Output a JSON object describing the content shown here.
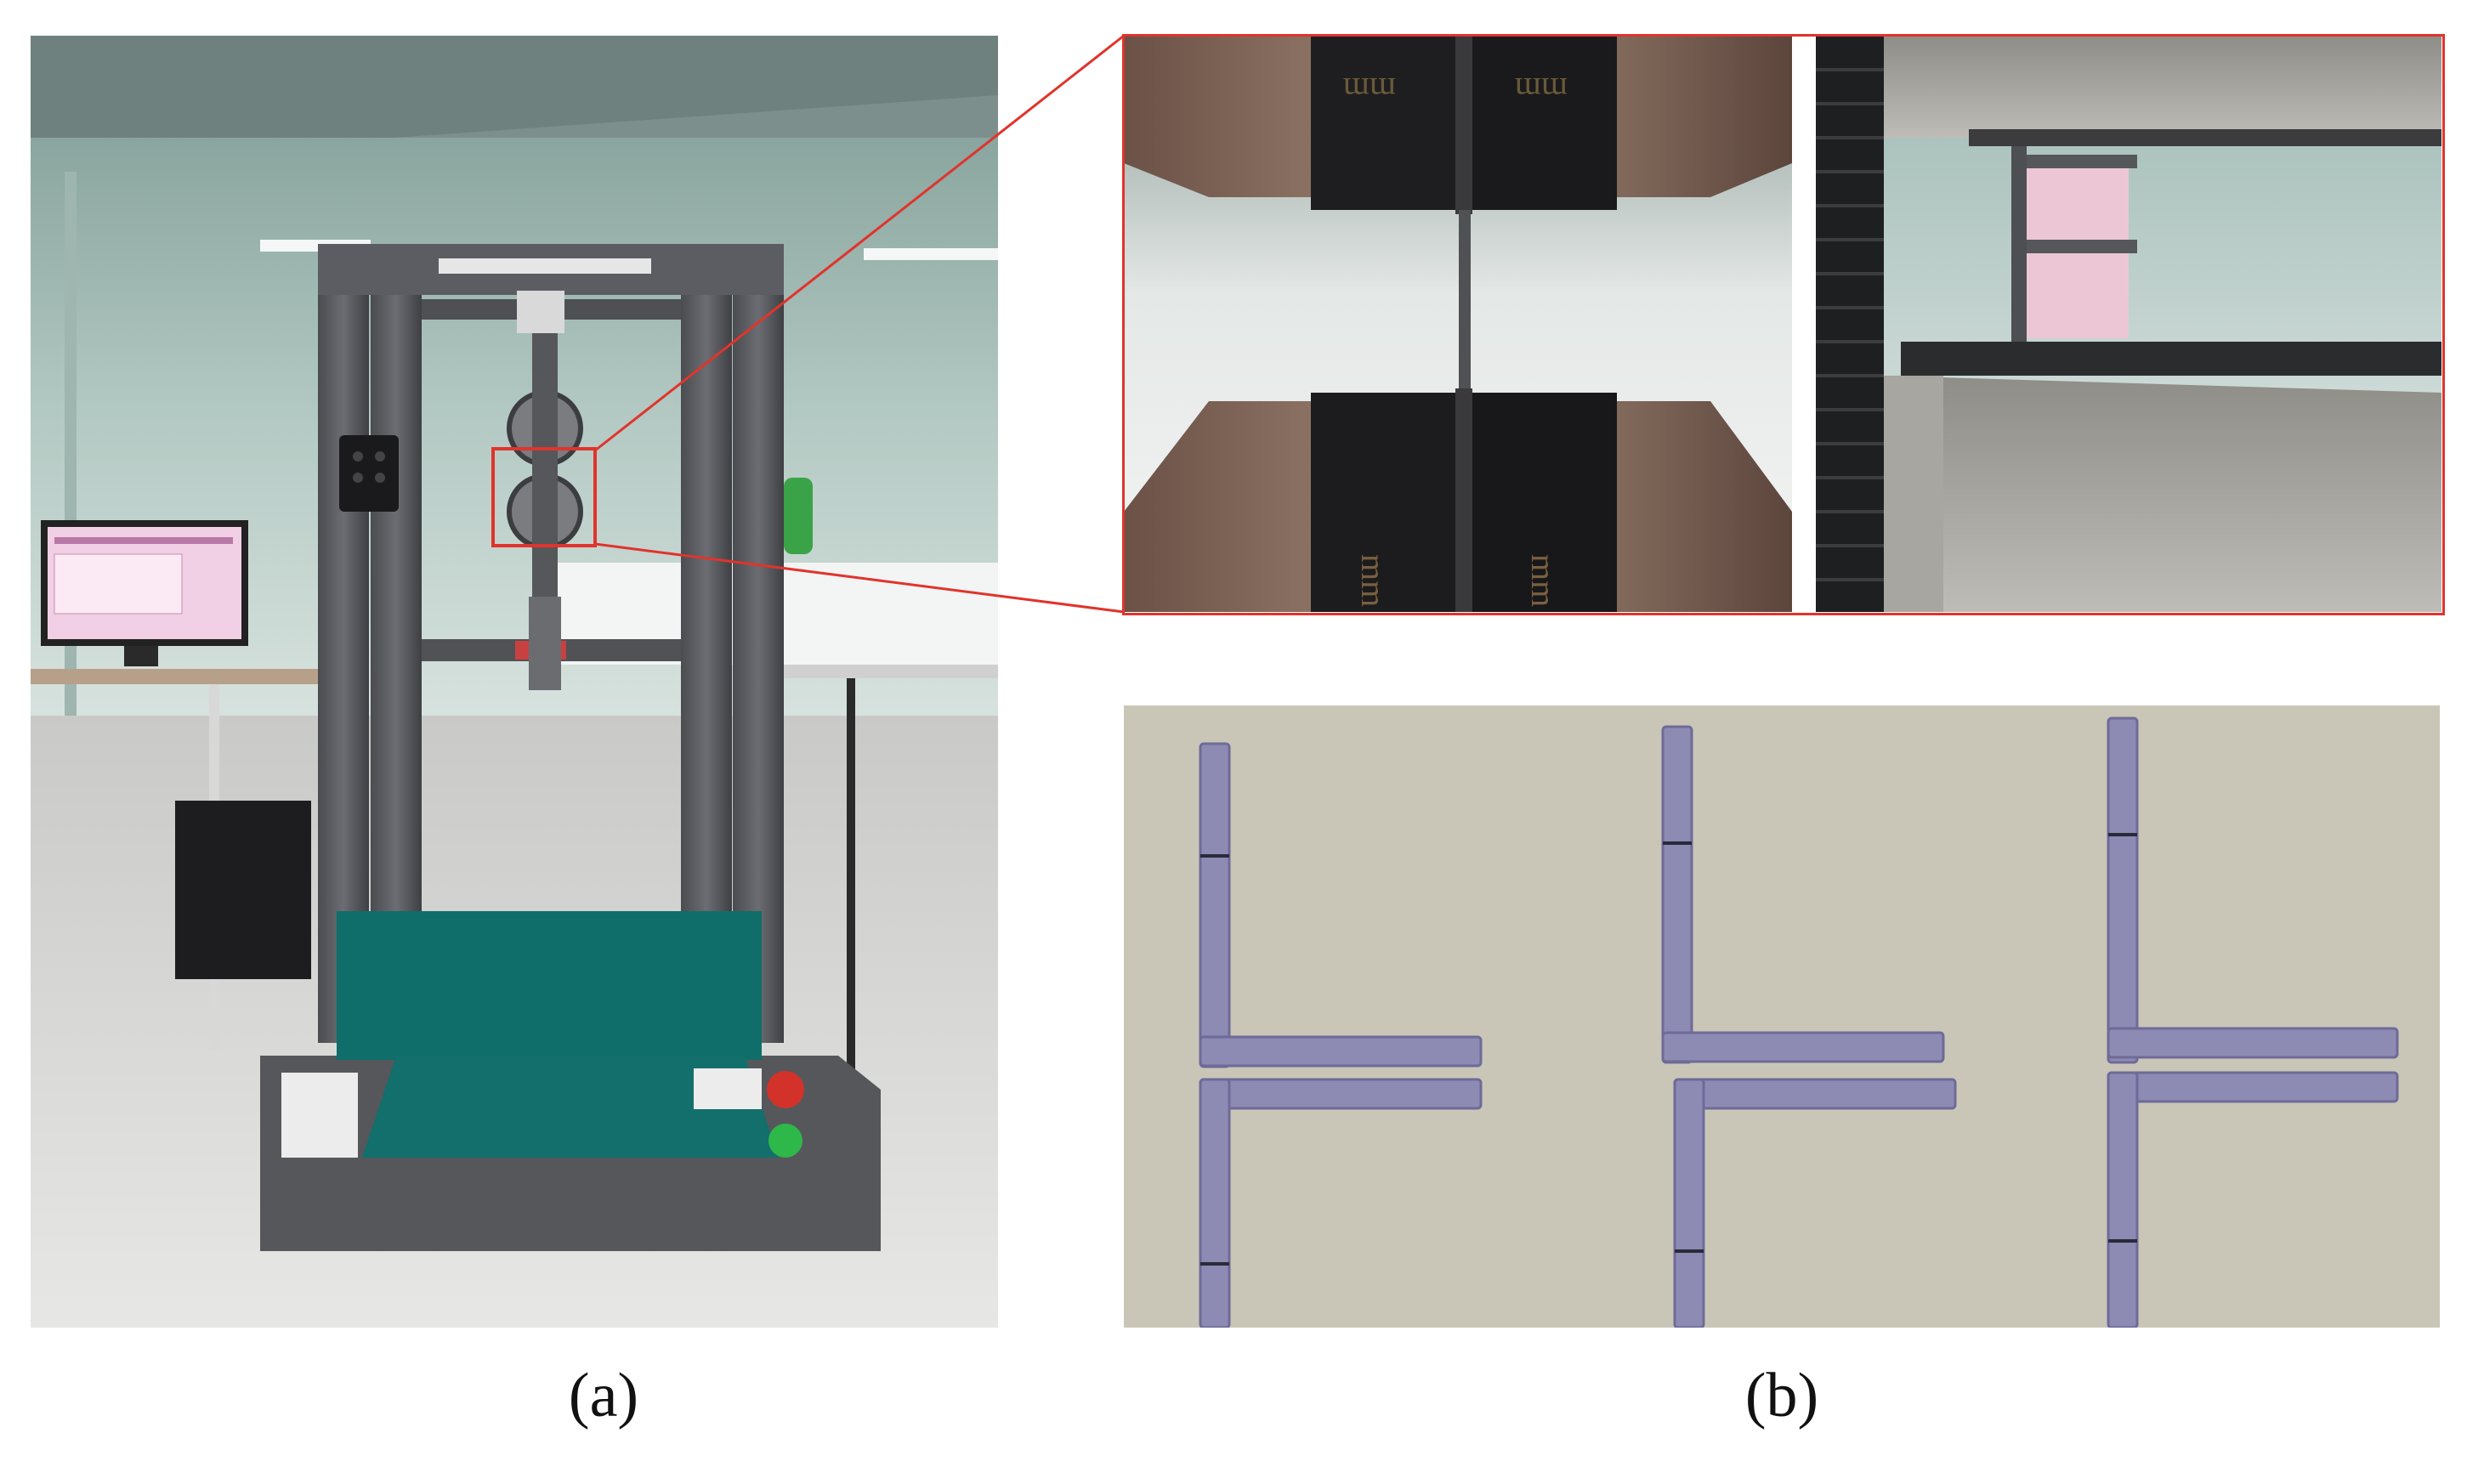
{
  "figure": {
    "label_a": "(a)",
    "label_b": "(b)",
    "callout_color": "#e0342c"
  },
  "photos": {
    "a": {
      "depicts": "tensile-testing-machine-lab"
    },
    "b_top_left": {
      "depicts": "grip-closeup-front"
    },
    "b_top_right": {
      "depicts": "grip-closeup-side"
    },
    "b_bottom": {
      "depicts": "three-specimens"
    }
  },
  "grip_text": "mm"
}
